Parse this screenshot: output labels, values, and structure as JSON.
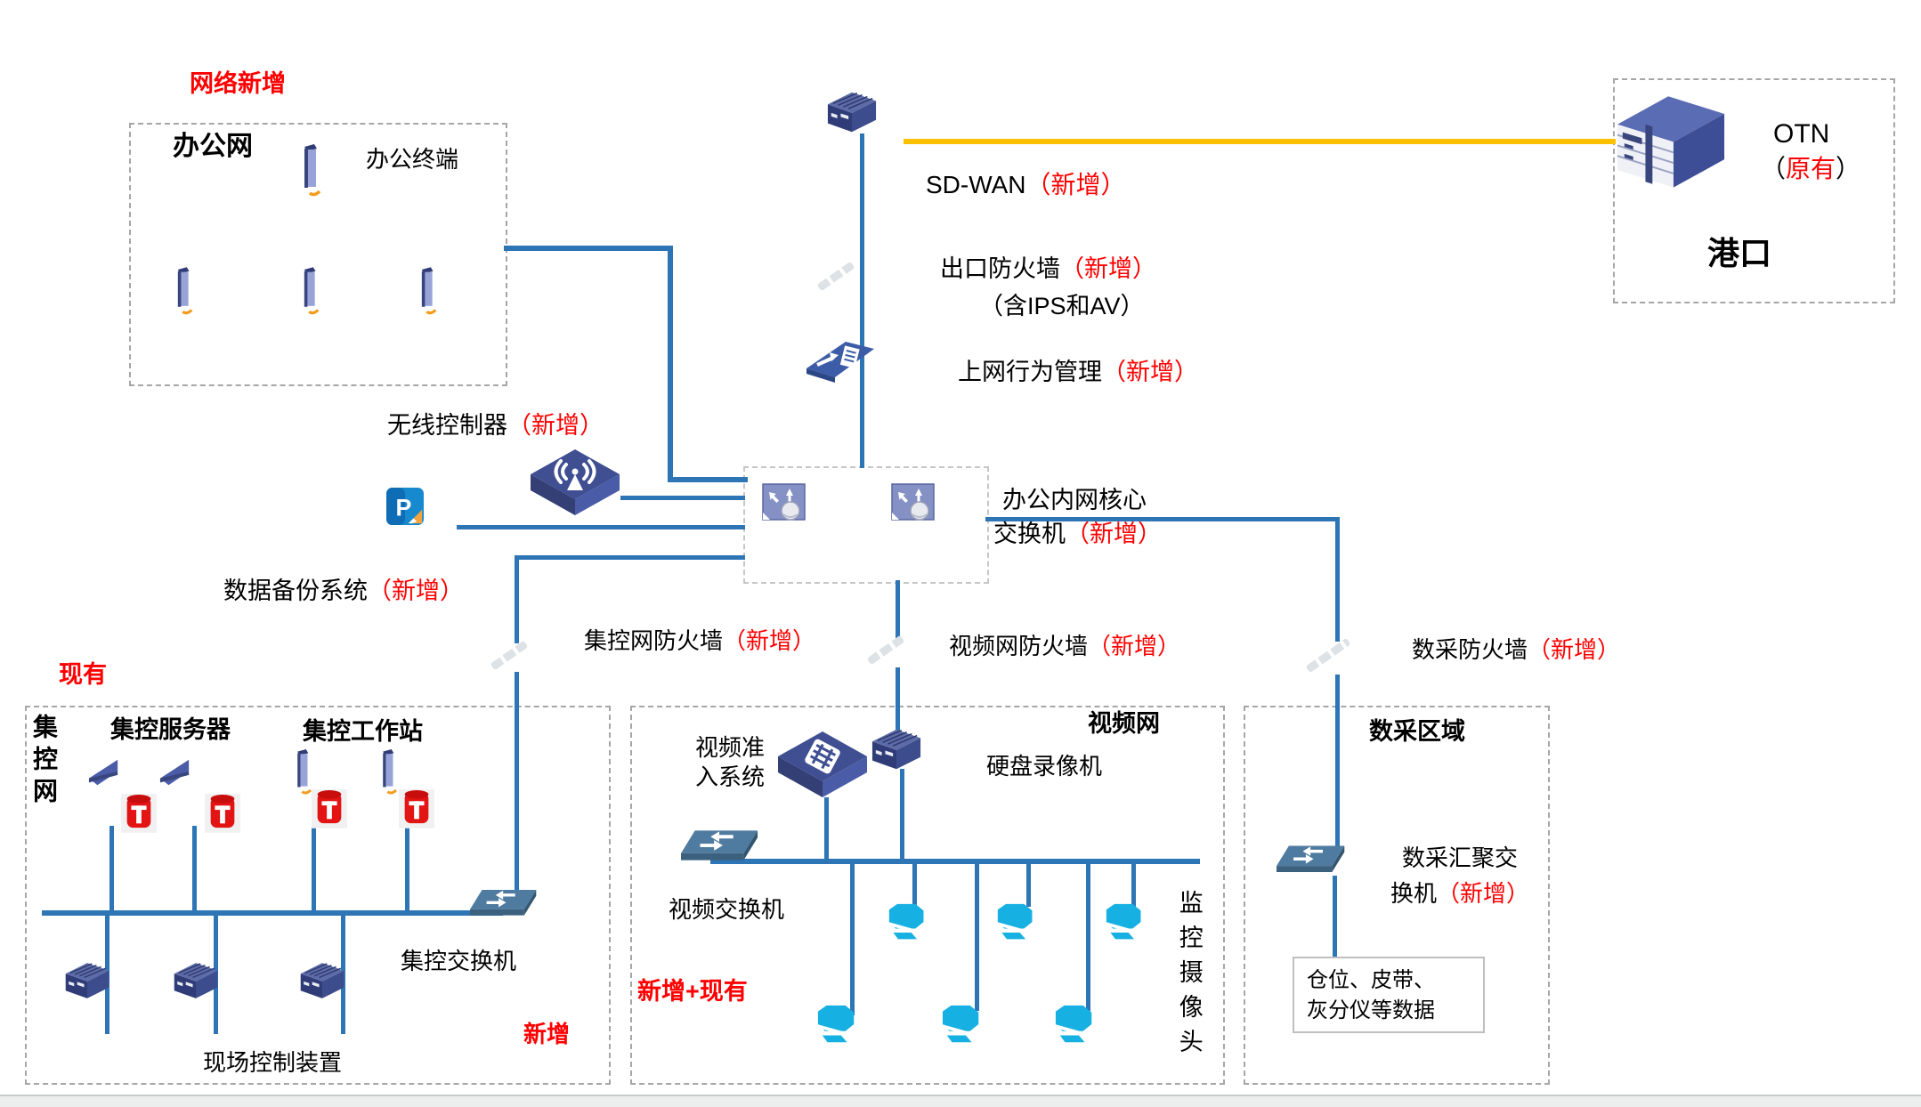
{
  "colors": {
    "line_blue": "#2E75B6",
    "line_yellow": "#FFC000",
    "accent_red": "#FF0000",
    "icon_navy": "#2F3C77",
    "icon_slate": "#4A5CA8",
    "camera_cyan": "#17B0E2",
    "box_border_gray": "#A6A6A6"
  },
  "annotations": {
    "network_new": "网络新增",
    "existing": "现有"
  },
  "office": {
    "title": "办公网",
    "terminal_label": "办公终端"
  },
  "internet": {
    "sdwan": "SD-WAN",
    "sdwan_tag": "（新增）",
    "exit_firewall": "出口防火墙",
    "exit_firewall_tag": "（新增）",
    "exit_firewall_sub": "（含IPS和AV）",
    "behavior_mgmt": "上网行为管理",
    "behavior_mgmt_tag": "（新增）"
  },
  "port": {
    "device": "OTN",
    "tag_open": "（",
    "tag": "原有",
    "tag_close": "）",
    "title": "港口"
  },
  "wireless": {
    "label": "无线控制器",
    "tag": "（新增）"
  },
  "core": {
    "line1": "办公内网核心",
    "line2": "交换机",
    "tag": "（新增）"
  },
  "backup": {
    "label": "数据备份系统",
    "tag": "（新增）"
  },
  "firewalls": {
    "jk": "集控网防火墙",
    "jk_tag": "（新增）",
    "video": "视频网防火墙",
    "video_tag": "（新增）",
    "dc": "数采防火墙",
    "dc_tag": "（新增）"
  },
  "jk": {
    "title": "集控网",
    "servers": "集控服务器",
    "workstations": "集控工作站",
    "switch": "集控交换机",
    "new_tag": "新增",
    "field_devices": "现场控制装置"
  },
  "video": {
    "access_line1": "视频准",
    "access_line2": "入系统",
    "title": "视频网",
    "dvr": "硬盘录像机",
    "switch": "视频交换机",
    "new_existing": "新增+现有",
    "cameras": "监控摄像头"
  },
  "dc": {
    "title": "数采区域",
    "switch_line1": "数采汇聚交",
    "switch_line2": "换机",
    "switch_tag": "（新增）",
    "data_line1": "仓位、皮带、",
    "data_line2": "灰分仪等数据"
  }
}
